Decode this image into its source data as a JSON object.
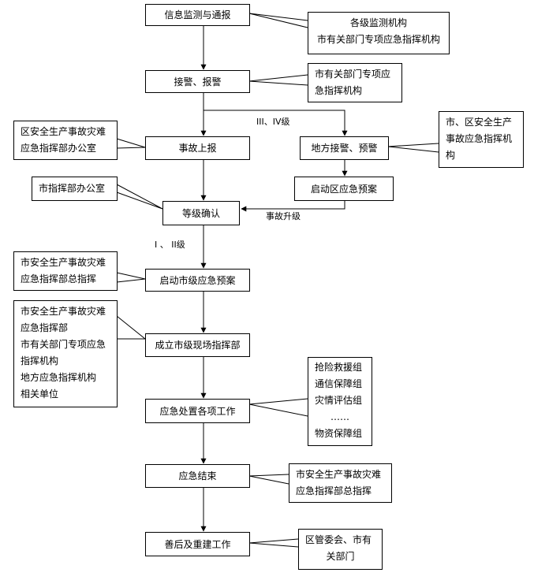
{
  "flow": {
    "info": "信息监测与通报",
    "receive_alarm": "接警、报警",
    "report": "事故上报",
    "local_alarm": "地方接警、预警",
    "start_district_plan": "启动区应急预案",
    "level_confirm": "等级确认",
    "start_city_plan": "启动市级应急预案",
    "field_hq": "成立市级现场指挥部",
    "tasks": "应急处置各项工作",
    "end": "应急结束",
    "recovery": "善后及重建工作"
  },
  "labels": {
    "level_34": "III、IV级",
    "escalate": "事故升级",
    "level_12": "I 、 II级"
  },
  "notes": {
    "monitor_orgs": [
      "各级监测机构",
      "市有关部门专项应急指挥机构"
    ],
    "alarm_orgs": [
      "市有关部门专项应",
      "急指挥机构"
    ],
    "report_orgs": [
      "区安全生产事故灾难",
      "应急指挥部办公室"
    ],
    "local_orgs": [
      "市、区安全生产",
      "事故应急指挥机",
      "构"
    ],
    "confirm_orgs": [
      "市指挥部办公室"
    ],
    "city_plan_orgs": [
      "市安全生产事故灾难",
      "应急指挥部总指挥"
    ],
    "field_orgs": [
      "市安全生产事故灾难",
      "应急指挥部",
      "市有关部门专项应急",
      "指挥机构",
      "地方应急指挥机构",
      "相关单位"
    ],
    "task_groups": [
      "抢险救援组",
      "通信保障组",
      "灾情评估组",
      "……",
      "物资保障组"
    ],
    "end_orgs": [
      "市安全生产事故灾难",
      "应急指挥部总指挥"
    ],
    "recovery_orgs": [
      "区管委会、市有",
      "关部门"
    ]
  }
}
